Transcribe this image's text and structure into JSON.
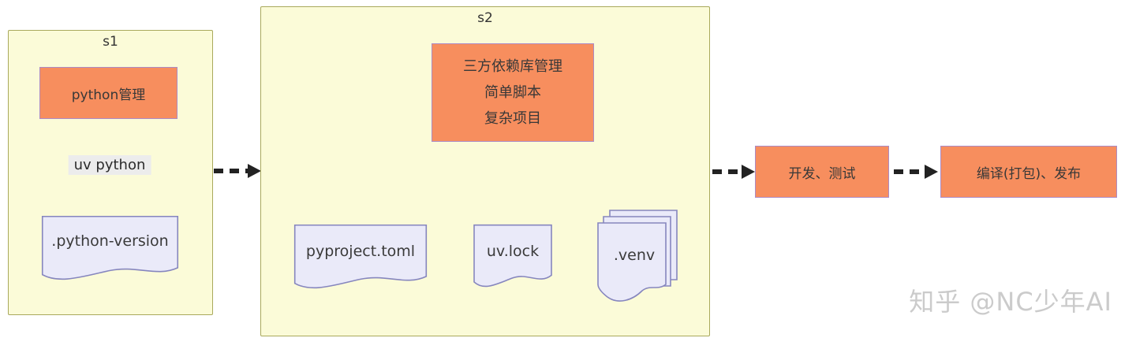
{
  "s1": {
    "label": "s1",
    "python_box_label": "python管理",
    "edge_label": "uv python",
    "doc_label": ".python-version"
  },
  "s2": {
    "label": "s2",
    "main_box_lines": [
      "三方依赖库管理",
      "简单脚本",
      "复杂项目"
    ],
    "doc_pyproject": "pyproject.toml",
    "doc_uvlock": "uv.lock",
    "doc_venv": ".venv"
  },
  "flow": {
    "dev_test_label": "开发、测试",
    "build_release_label": "编译(打包)、发布"
  },
  "watermark_text": "知乎 @NC少年AI",
  "colors": {
    "container_fill": "#FBFBD8",
    "container_border": "#A9A95C",
    "process_fill": "#F78E5E",
    "process_border": "#AC8BC5",
    "doc_fill": "#EAEAF9",
    "doc_border": "#8686BE",
    "edge_label_bg": "#ECECEC",
    "connector": "#2E2E2E",
    "watermark": "#CBCBCB"
  }
}
